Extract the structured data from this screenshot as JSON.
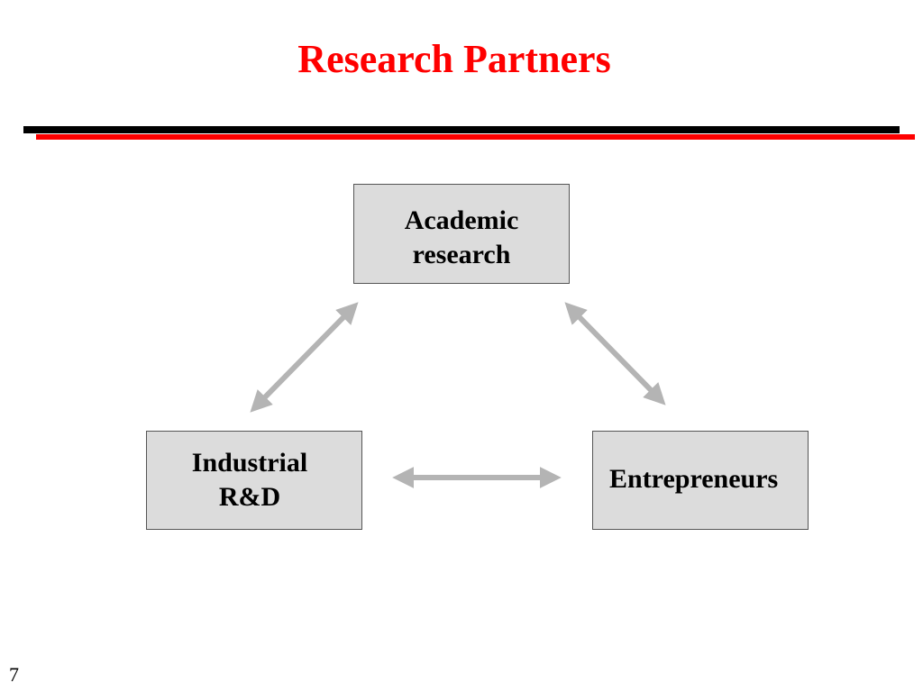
{
  "slide": {
    "title": "Research Partners",
    "page_number": "7"
  },
  "diagram": {
    "nodes": {
      "academic": {
        "line1": "Academic",
        "line2": "research"
      },
      "industrial": {
        "line1": "Industrial",
        "line2": "R&D"
      },
      "entrepreneurs": {
        "label": "Entrepreneurs"
      }
    },
    "edges": [
      {
        "from": "industrial",
        "to": "academic",
        "direction": "both"
      },
      {
        "from": "academic",
        "to": "entrepreneurs",
        "direction": "both"
      },
      {
        "from": "industrial",
        "to": "entrepreneurs",
        "direction": "both"
      }
    ],
    "colors": {
      "title": "#ff0000",
      "rule_top": "#000000",
      "rule_bottom": "#ff0000",
      "box_fill": "#dcdcdc",
      "box_border": "#555555",
      "arrow": "#b4b4b4"
    }
  }
}
